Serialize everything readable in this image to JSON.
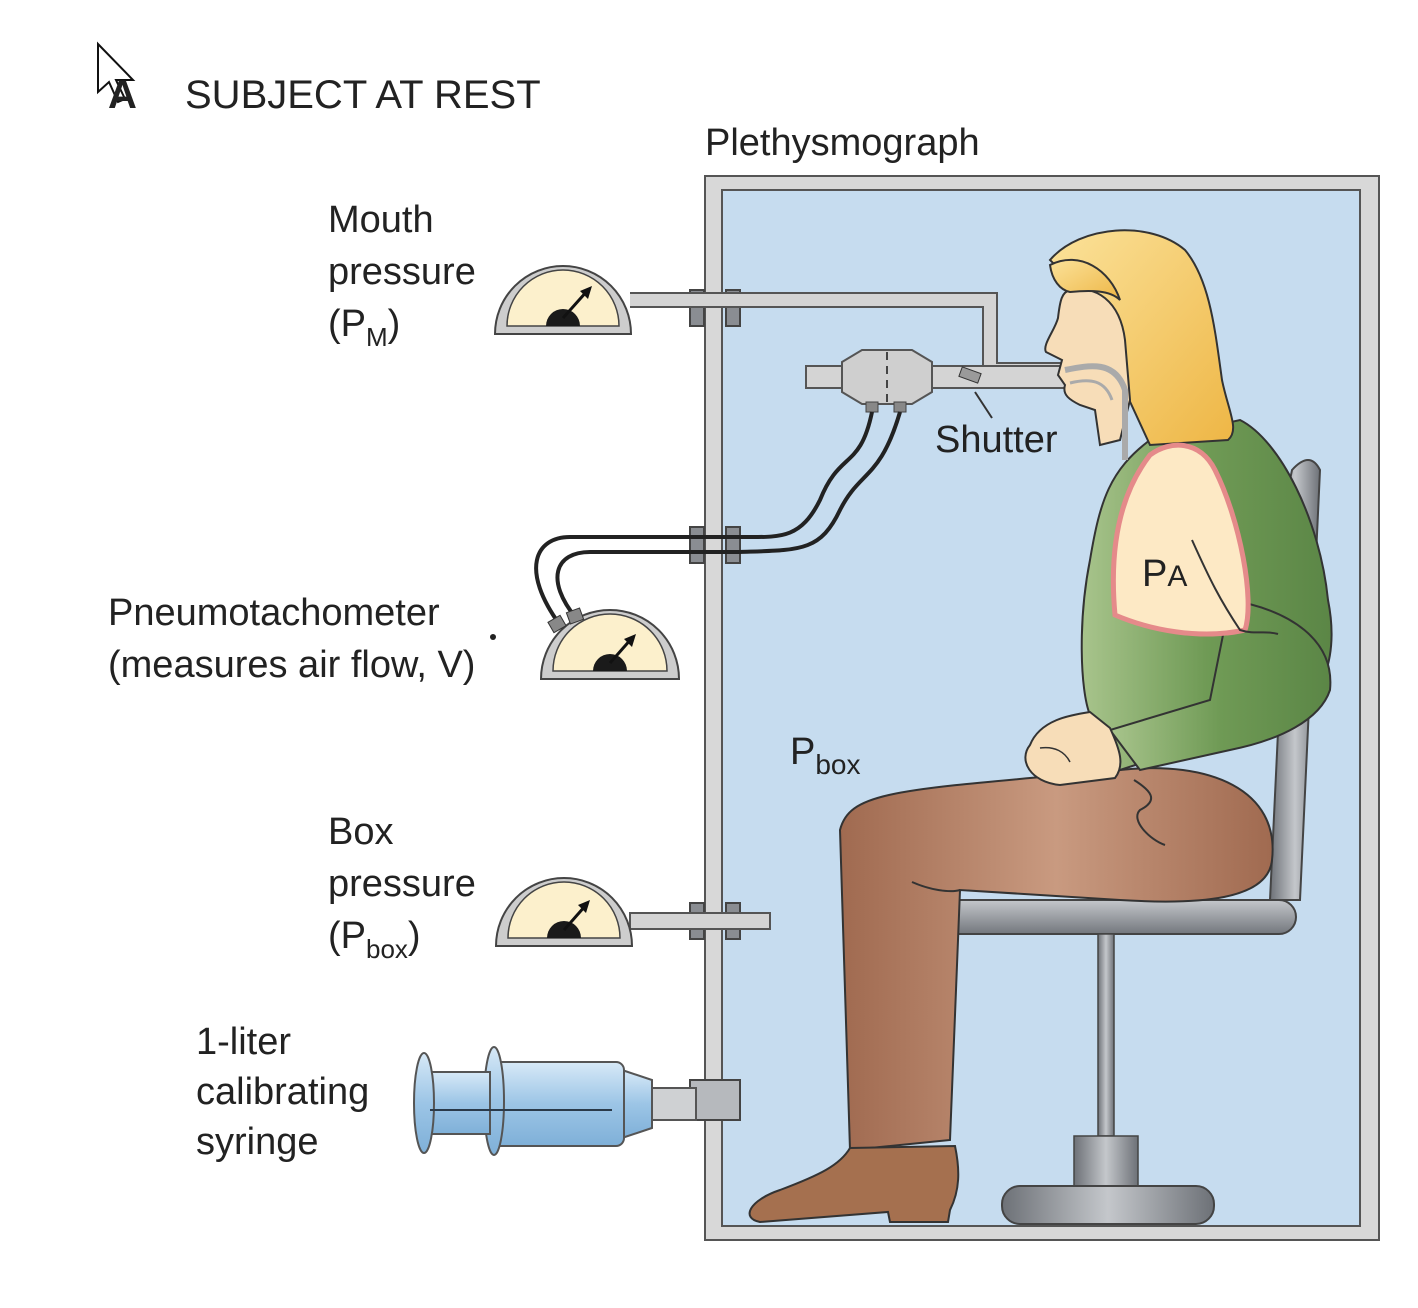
{
  "panel": {
    "letter": "A",
    "title": "SUBJECT AT REST"
  },
  "labels": {
    "plethysmograph": "Plethysmograph",
    "mouth_pressure": {
      "line1": "Mouth",
      "line2": "pressure",
      "open": "(P",
      "sub": "M",
      "close": ")"
    },
    "pneumotachometer": {
      "line1": "Pneumotachometer",
      "line2": "(measures air flow, V)"
    },
    "box_pressure": {
      "line1": "Box",
      "line2": "pressure",
      "open": "(P",
      "sub": "box",
      "close": ")"
    },
    "syringe": {
      "line1": "1-liter",
      "line2": "calibrating",
      "line3": "syringe"
    },
    "shutter": "Shutter",
    "alveolar_pressure": {
      "main": "P",
      "sub": "A"
    },
    "box_pressure_inside": {
      "main": "P",
      "sub": "box"
    }
  },
  "colors": {
    "box_interior": "#c6dcef",
    "box_frame": "#d6d6d6",
    "gauge_face": "#fcf0cc",
    "hair": "#f4c55c",
    "skin": "#f7ddb8",
    "sweater": "#6f9a55",
    "pants": "#b07a60",
    "lung": "#fde9c5",
    "lung_edge": "#e58a8a",
    "syringe": "#a9cdeb",
    "chair": "#8f9399"
  },
  "icons": [
    "cursor-icon",
    "gauge-icon"
  ]
}
